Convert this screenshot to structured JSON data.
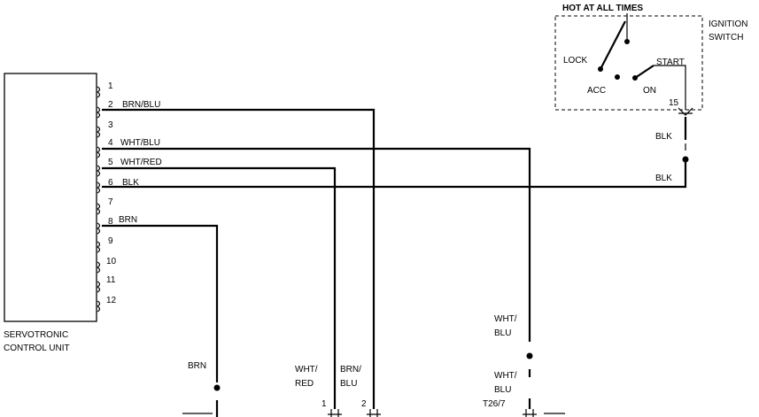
{
  "control_unit": {
    "name_line1": "SERVOTRONIC",
    "name_line2": "CONTROL UNIT"
  },
  "pins": [
    {
      "num": "1",
      "color": ""
    },
    {
      "num": "2",
      "color": "BRN/BLU"
    },
    {
      "num": "3",
      "color": ""
    },
    {
      "num": "4",
      "color": "WHT/BLU"
    },
    {
      "num": "5",
      "color": "WHT/RED"
    },
    {
      "num": "6",
      "color": "BLK"
    },
    {
      "num": "7",
      "color": ""
    },
    {
      "num": "8",
      "color": "BRN"
    },
    {
      "num": "9",
      "color": ""
    },
    {
      "num": "10",
      "color": ""
    },
    {
      "num": "11",
      "color": ""
    },
    {
      "num": "12",
      "color": ""
    }
  ],
  "ignition": {
    "hot_label": "HOT AT ALL TIMES",
    "title_line1": "IGNITION",
    "title_line2": "SWITCH",
    "lock": "LOCK",
    "acc": "ACC",
    "on": "ON",
    "start": "START",
    "terminal": "15"
  },
  "wires": {
    "blk_upper": "BLK",
    "blk_lower": "BLK",
    "brn_bottom": "BRN",
    "wht_red_l1": "WHT/",
    "wht_red_l2": "RED",
    "brn_blu_l1": "BRN/",
    "brn_blu_l2": "BLU",
    "wht_blu_upper_l1": "WHT/",
    "wht_blu_upper_l2": "BLU",
    "wht_blu_lower_l1": "WHT/",
    "wht_blu_lower_l2": "BLU"
  },
  "connectors": {
    "pin1": "1",
    "pin2": "2",
    "t26": "T26/7"
  }
}
